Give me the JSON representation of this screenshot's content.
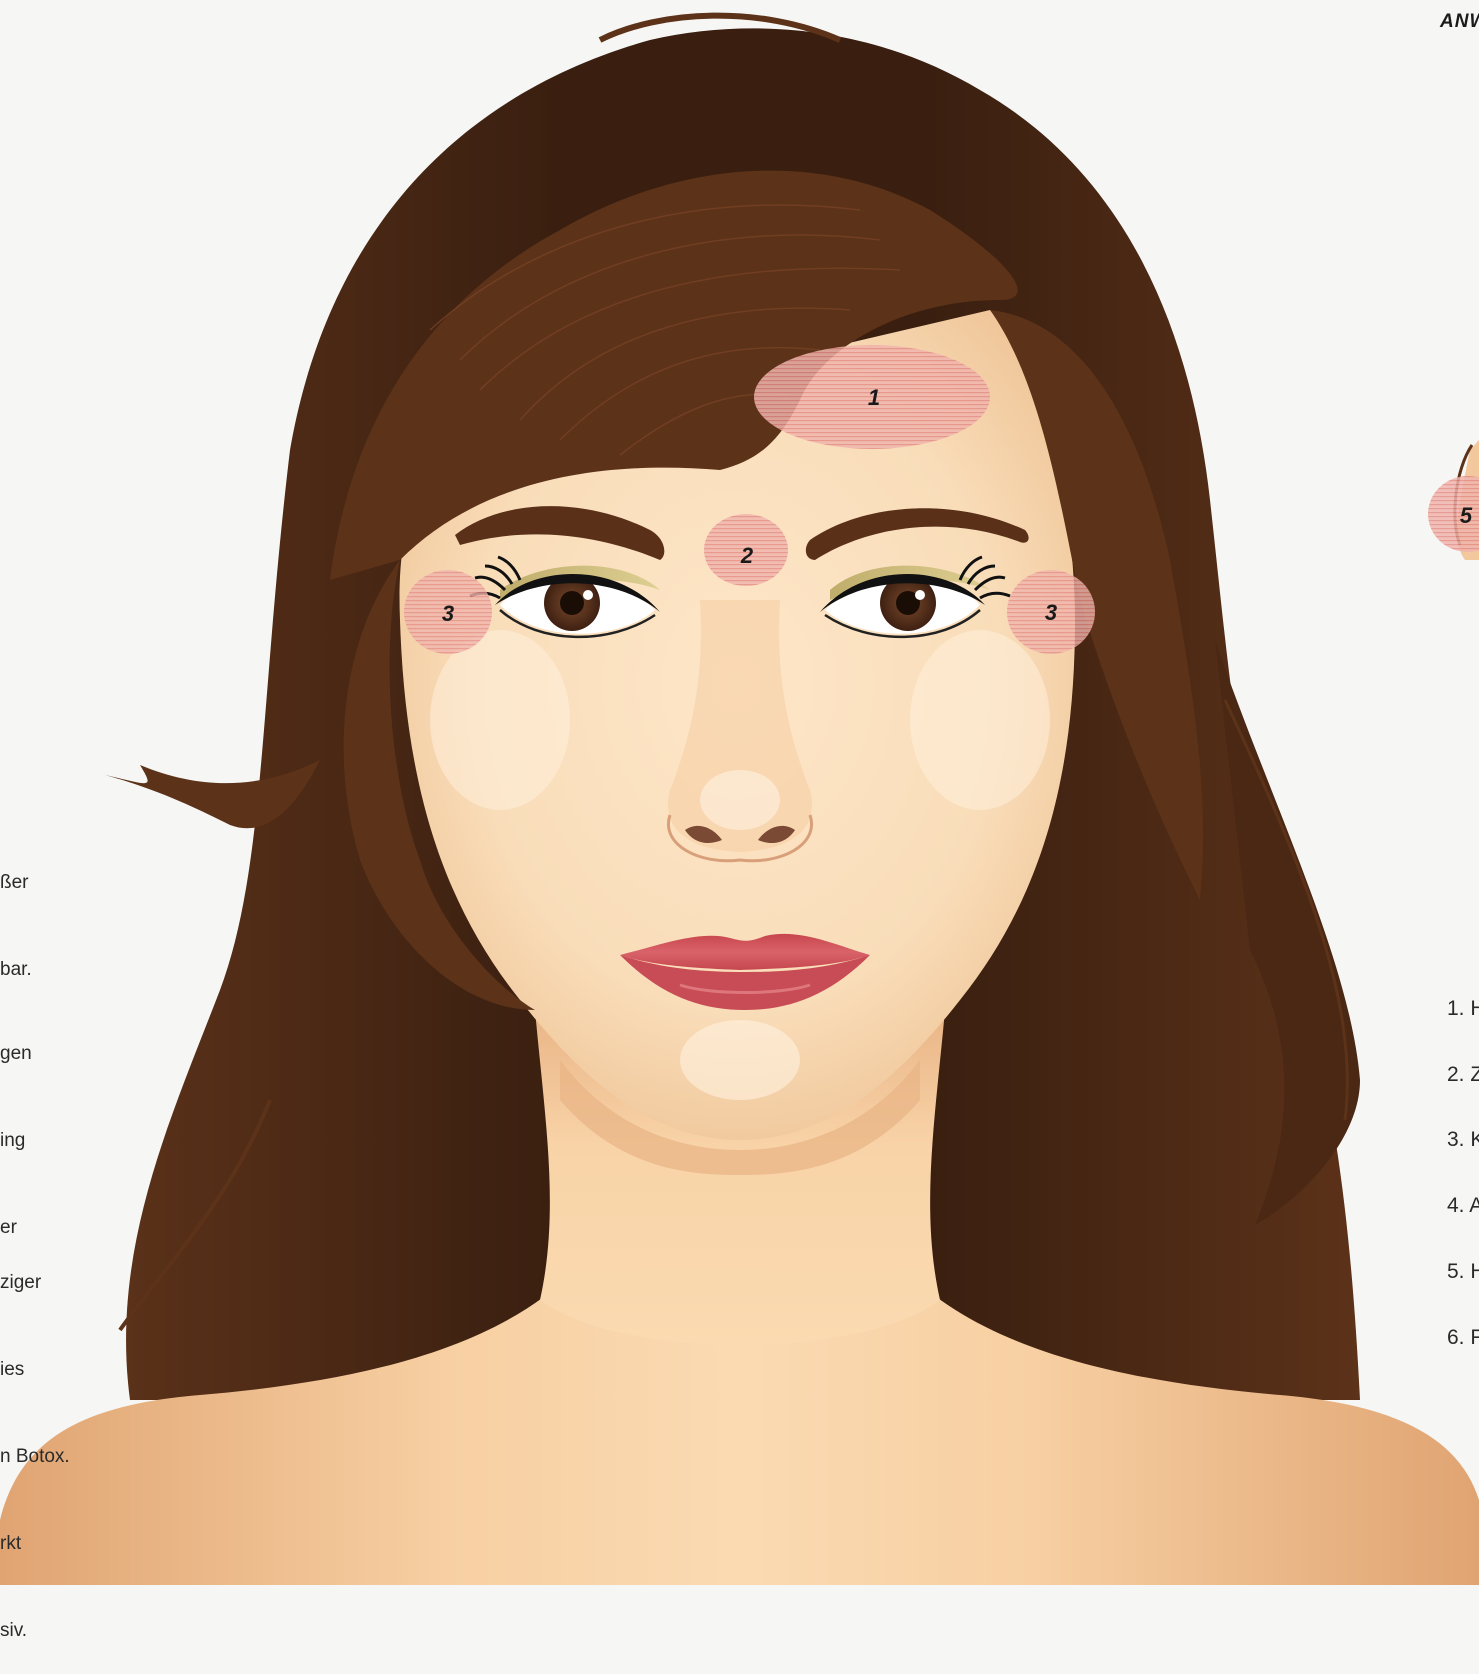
{
  "heading": "ANW",
  "left_text": {
    "fragment_1": [
      "ßer",
      "bar."
    ],
    "fragment_2": [
      "gen",
      "ing",
      "er"
    ],
    "fragment_3": [
      "ziger",
      "ies",
      "n Botox.",
      "rkt",
      "siv."
    ]
  },
  "zones": [
    {
      "id": "zone-1",
      "label": "1"
    },
    {
      "id": "zone-2",
      "label": "2"
    },
    {
      "id": "zone-3-left",
      "label": "3"
    },
    {
      "id": "zone-3-right",
      "label": "3"
    },
    {
      "id": "zone-5",
      "label": "5"
    }
  ],
  "legend": [
    "1. H",
    "2. Z",
    "3. K",
    "4. A",
    "5. H",
    "6. F"
  ],
  "colors": {
    "background": "#f6f6f4",
    "hair": "#5c3219",
    "hair_dark": "#321a0e",
    "skin": "#f6d2a9",
    "skin_shadow": "#e2a372",
    "zone_marker": "#e89a94",
    "lips": "#d0545a",
    "iris": "#5a3220",
    "eye_shadow": "#b8a462",
    "brow": "#5a3019"
  }
}
